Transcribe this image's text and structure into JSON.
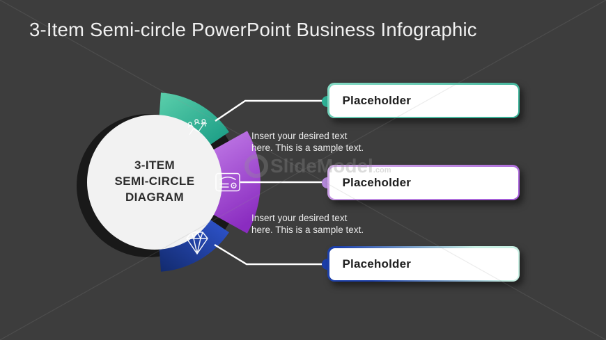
{
  "slide": {
    "title": "3-Item Semi-circle PowerPoint Business Infographic",
    "background": "#3d3d3d"
  },
  "diagram": {
    "center_label": "3-ITEM\nSEMI-CIRCLE\nDIAGRAM",
    "segments": [
      {
        "position": "top",
        "icon": "team-growth-icon",
        "gradient": [
          "#5bcfab",
          "#189b84"
        ]
      },
      {
        "position": "middle",
        "icon": "radio-card-icon",
        "gradient": [
          "#c07ae6",
          "#8a2cc0"
        ]
      },
      {
        "position": "bottom",
        "icon": "diamond-icon",
        "gradient": [
          "#2f55d0",
          "#122a6d"
        ]
      }
    ]
  },
  "items": [
    {
      "label": "Placeholder",
      "accent": "#2eb398",
      "border": [
        "#86dcc6",
        "#2fa98f"
      ]
    },
    {
      "label": "Placeholder",
      "accent": "#b689dd",
      "border": [
        "#d6b3ea",
        "#a055d6"
      ]
    },
    {
      "label": "Placeholder",
      "accent": "#1c3fa9",
      "border": [
        "#1c3fa9",
        "#c8efe3"
      ]
    }
  ],
  "notes": [
    {
      "text": "Insert your desired text\nhere. This is a sample text."
    },
    {
      "text": "Insert your desired text\nhere. This is a sample text."
    }
  ],
  "watermark": {
    "brand": "SlideModel",
    "suffix": ".com"
  }
}
